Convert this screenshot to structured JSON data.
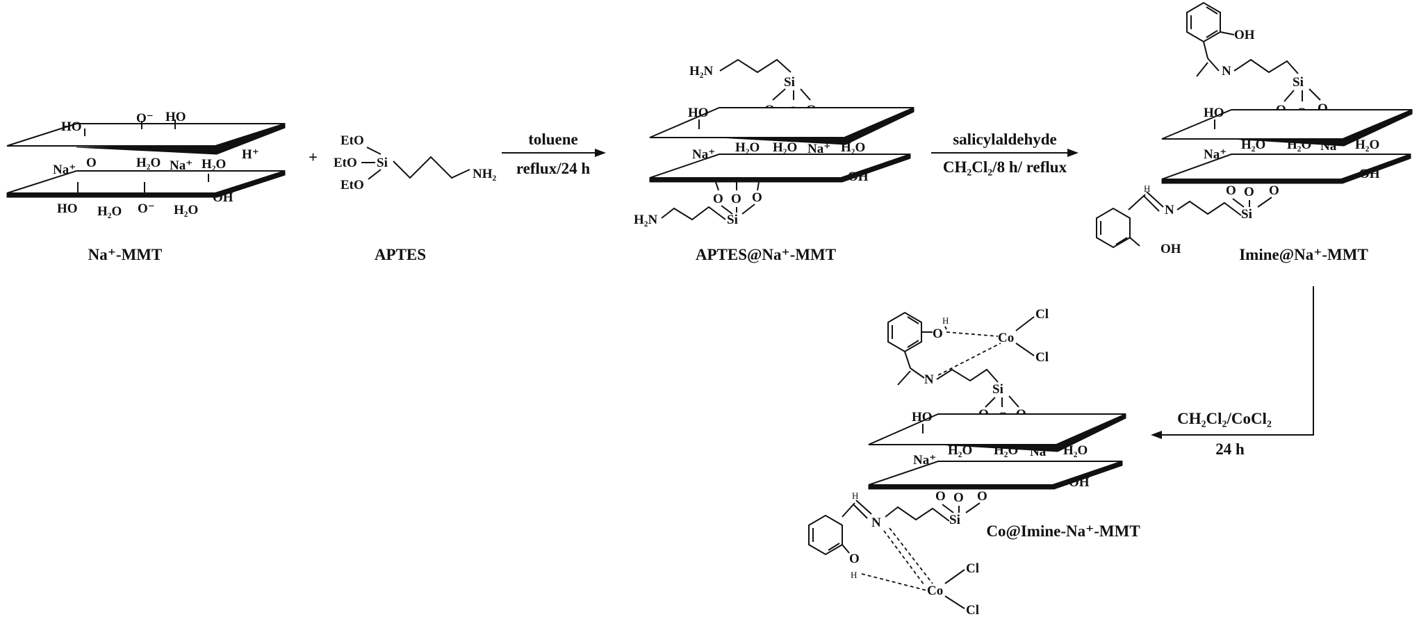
{
  "labels": {
    "na_mmt": "Na⁺-MMT",
    "aptes": "APTES",
    "aptes_mmt": "APTES@Na⁺-MMT",
    "imine_mmt": "Imine@Na⁺-MMT",
    "co_imine_mmt": "Co@Imine-Na⁺-MMT"
  },
  "conditions": {
    "step1_reagent": "toluene",
    "step1_conditions": "reflux/24 h",
    "step2_reagent": "salicylaldehyde",
    "step2_conditions": "CH₂Cl₂/8 h/ reflux",
    "step3_reagent": "CH₂Cl₂/CoCl₂",
    "step3_conditions": "24 h"
  },
  "plus": "+",
  "groups": {
    "ho": "HO",
    "oh": "OH",
    "o_minus": "O⁻",
    "o": "O",
    "h_plus": "H⁺",
    "na_plus": "Na⁺",
    "h2o": "H₂O",
    "eto": "EtO",
    "si": "Si",
    "nh2": "NH₂",
    "h2n": "H₂N",
    "n": "N",
    "h": "H",
    "co": "Co",
    "cl": "Cl"
  }
}
